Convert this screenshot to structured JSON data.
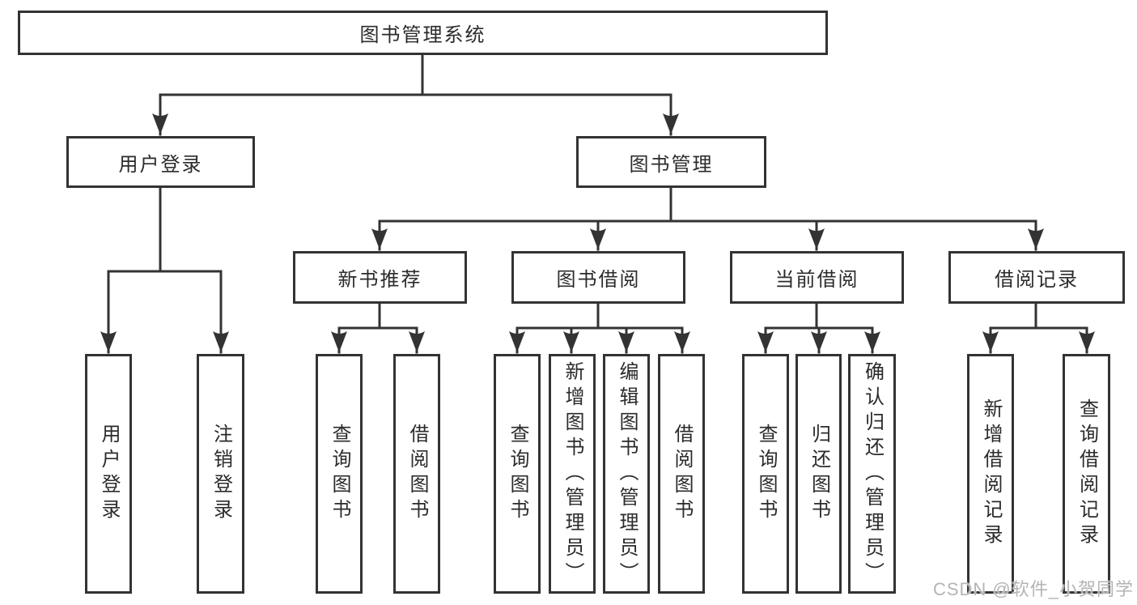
{
  "diagram": {
    "root": {
      "label": "图书管理系统"
    },
    "level2": [
      {
        "id": "user-login",
        "label": "用户登录"
      },
      {
        "id": "book-management",
        "label": "图书管理"
      }
    ],
    "level3": [
      {
        "id": "new-book-recommendation",
        "label": "新书推荐"
      },
      {
        "id": "book-borrowing",
        "label": "图书借阅"
      },
      {
        "id": "current-borrowing",
        "label": "当前借阅"
      },
      {
        "id": "borrowing-records",
        "label": "借阅记录"
      }
    ],
    "leaves": {
      "user_login": [
        "用户登录",
        "注销登录"
      ],
      "new_book": [
        "查询图书",
        "借阅图书"
      ],
      "book_borrow": [
        "查询图书",
        "新增图书（管理员）",
        "编辑图书（管理员）",
        "借阅图书"
      ],
      "current_borrow": [
        "查询图书",
        "归还图书",
        "确认归还（管理员）"
      ],
      "borrow_record": [
        "新增借阅记录",
        "查询借阅记录"
      ]
    }
  },
  "watermark": {
    "text": "CSDN @软件_小贺同学"
  },
  "colors": {
    "line": "#333333",
    "text": "#2b2b2b",
    "background": "#ffffff",
    "watermark": "#b4b4b4"
  }
}
